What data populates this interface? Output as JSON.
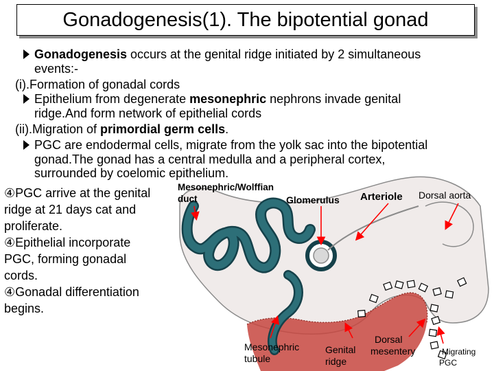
{
  "title": "Gonadogenesis(1). The bipotential gonad",
  "p1": {
    "bold": "Gonadogenesis",
    "text1": " occurs at the genital ridge initiated by 2 simultaneous",
    "text2": "events:-"
  },
  "p2": "(i).Formation of gonadal cords",
  "p3": {
    "text1a": "Epithelium from degenerate ",
    "bold": "mesonephric",
    "text1b": " nephrons  invade genital",
    "text2": "ridge.And form network of epithelial cords"
  },
  "p4": {
    "text": "(ii).Migration of ",
    "bold": "primordial germ cells",
    "end": "."
  },
  "p5": {
    "text1": "PGC are endodermal cells, migrate from the yolk sac into the bipotential",
    "text2": "gonad.The gonad has a central medulla and a peripheral cortex,",
    "text3": "surrounded by coelomic epithelium."
  },
  "numbered": [
    {
      "marker": "④",
      "lines": [
        "PGC arrive at the genital",
        "ridge at 21 days cat and",
        "proliferate."
      ]
    },
    {
      "marker": "④",
      "lines": [
        "Epithelial incorporate",
        "PGC, forming gonadal",
        "cords."
      ]
    },
    {
      "marker": "④",
      "lines": [
        "Gonadal differentiation",
        "begins."
      ]
    }
  ],
  "diagram": {
    "labels": {
      "mesonephric_duct_1": "Mesonephric/Wolffian",
      "mesonephric_duct_2": "duct",
      "glomerulus": "Glomerulus",
      "arteriole": "Arteriole",
      "dorsal_aorta": "Dorsal aorta",
      "mesonephric_tubule_1": "Mesonephric",
      "mesonephric_tubule_2": "tubule",
      "genital_ridge_1": "Genital",
      "genital_ridge_2": "ridge",
      "dorsal_mesentery_1": "Dorsal",
      "dorsal_mesentery_2": "mesentery",
      "migrating_pgc_1": "Migrating",
      "migrating_pgc_2": "PGC"
    },
    "colors": {
      "tubule": "#2d6f78",
      "tubule_dark": "#15414a",
      "ridge": "#c7463f",
      "arrow": "#ff0000",
      "tissue": "#f0ebea"
    }
  }
}
